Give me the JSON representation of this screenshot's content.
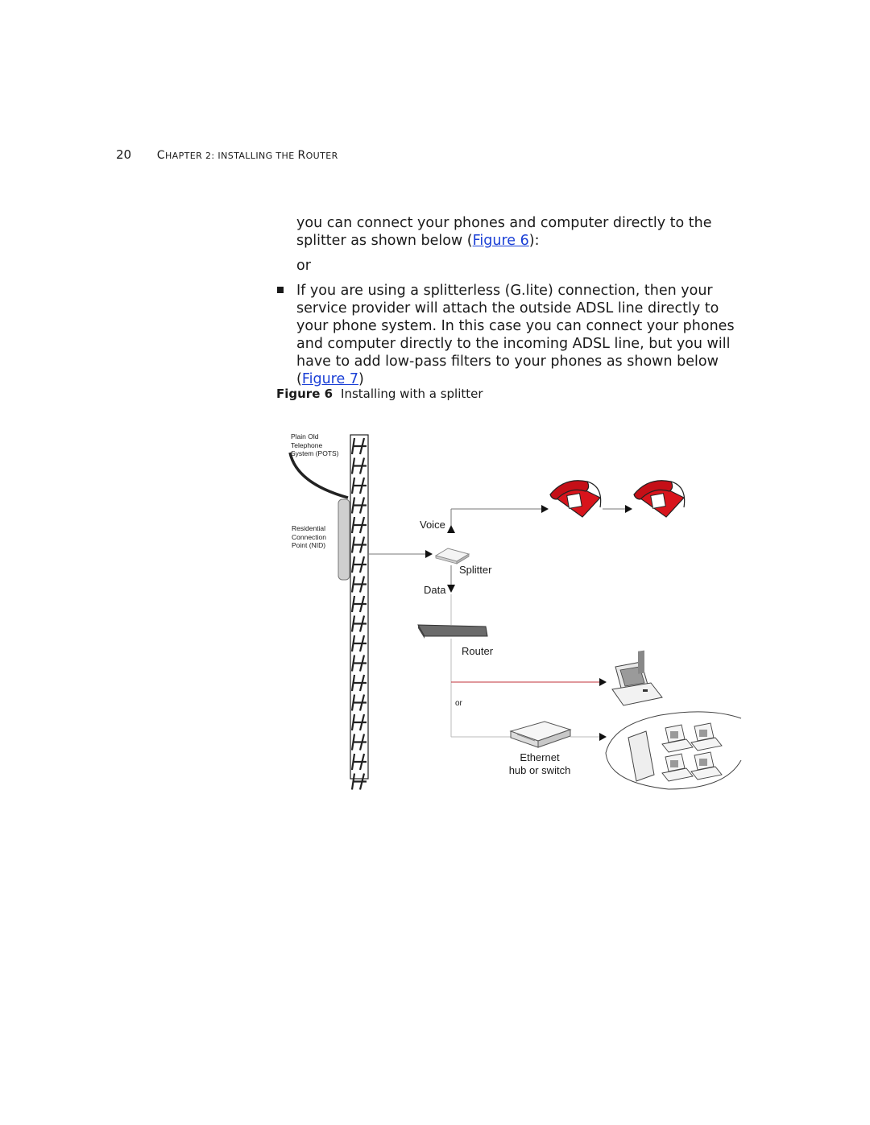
{
  "header": {
    "page_number": "20",
    "chapter_prefix": "C",
    "chapter_rest": "HAPTER 2: I",
    "chapter_i": "NSTALLING THE ",
    "chapter_r": "R",
    "chapter_end": "OUTER"
  },
  "paragraph1": {
    "text_before": "you can connect your phones and computer directly to the splitter as shown below (",
    "link": "Figure 6",
    "text_after": "):"
  },
  "or_text": "or",
  "bullet_paragraph": {
    "text_before": "If you are using a splitterless (G.lite) connection, then your service provider will attach the outside ADSL line directly to your phone system. In this case you can connect your phones and computer directly to the incoming ADSL line, but you will have to add low-pass filters to your phones as shown below (",
    "link": "Figure 7",
    "text_after": ")"
  },
  "figure": {
    "label": "Figure 6",
    "caption": "Installing with a splitter"
  },
  "diagram": {
    "pots_line1": "Plain Old",
    "pots_line2": "Telephone",
    "pots_line3": "System (POTS)",
    "nid_line1": "Residential",
    "nid_line2": "Connection",
    "nid_line3": "Point (NID)",
    "voice": "Voice",
    "splitter": "Splitter",
    "data": "Data",
    "router": "Router",
    "or": "or",
    "ethernet_line1": "Ethernet",
    "ethernet_line2": "hub or switch",
    "colors": {
      "phone": "#d8141c",
      "red_line": "#c0303a",
      "gray": "#8a8a8a"
    }
  }
}
